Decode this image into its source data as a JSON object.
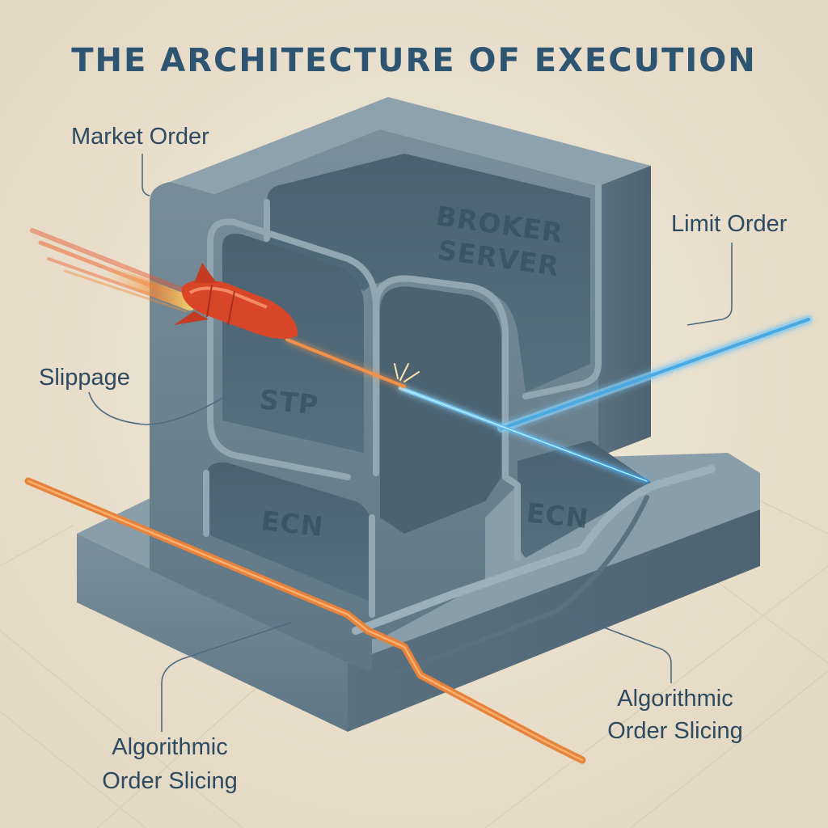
{
  "title": "THE ARCHITECTURE OF EXECUTION",
  "labels": {
    "market_order": "Market Order",
    "limit_order": "Limit Order",
    "slippage": "Slippage",
    "algo_left_line1": "Algorithmic",
    "algo_left_line2": "Order Slicing",
    "algo_right_line1": "Algorithmic",
    "algo_right_line2": "Order Slicing"
  },
  "block_text": {
    "broker_line1": "BROKER",
    "broker_line2": "SERVER",
    "stp": "STP",
    "ecn_left": "ECN",
    "ecn_right": "ECN"
  },
  "colors": {
    "background": "#ece3d2",
    "structure": "#6f8593",
    "title": "#2d5470",
    "market_order_rocket": "#e0492a",
    "limit_order_beam": "#46b6f0",
    "algo_slicing_line": "#e6762e"
  },
  "icons": [
    "rocket-icon"
  ]
}
